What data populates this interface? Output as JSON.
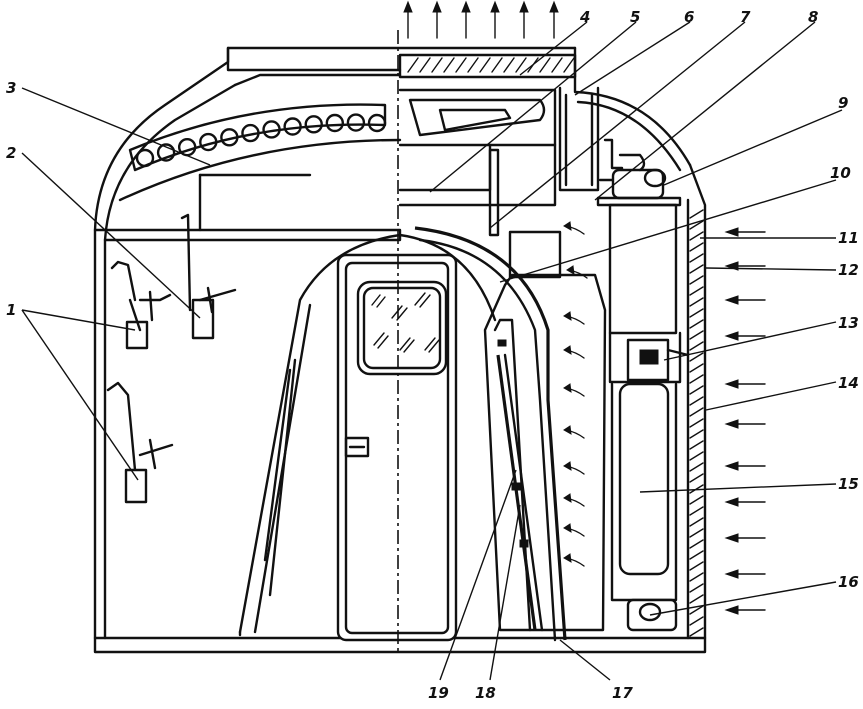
{
  "callouts": [
    {
      "id": "1",
      "text": "1"
    },
    {
      "id": "2",
      "text": "2"
    },
    {
      "id": "3",
      "text": "3"
    },
    {
      "id": "4",
      "text": "4"
    },
    {
      "id": "5",
      "text": "5"
    },
    {
      "id": "6",
      "text": "6"
    },
    {
      "id": "7",
      "text": "7"
    },
    {
      "id": "8",
      "text": "8"
    },
    {
      "id": "9",
      "text": "9"
    },
    {
      "id": "10",
      "text": "10"
    },
    {
      "id": "11",
      "text": "11"
    },
    {
      "id": "12",
      "text": "12"
    },
    {
      "id": "13",
      "text": "13"
    },
    {
      "id": "14",
      "text": "14"
    },
    {
      "id": "15",
      "text": "15"
    },
    {
      "id": "16",
      "text": "16"
    },
    {
      "id": "17",
      "text": "17"
    },
    {
      "id": "18",
      "text": "18"
    },
    {
      "id": "19",
      "text": "19"
    }
  ],
  "icons": {
    "outflow_arrows": "arrow-up-icon",
    "inflow_arrows": "arrow-left-icon",
    "flow_arrows": "airflow-arrow-icon"
  }
}
